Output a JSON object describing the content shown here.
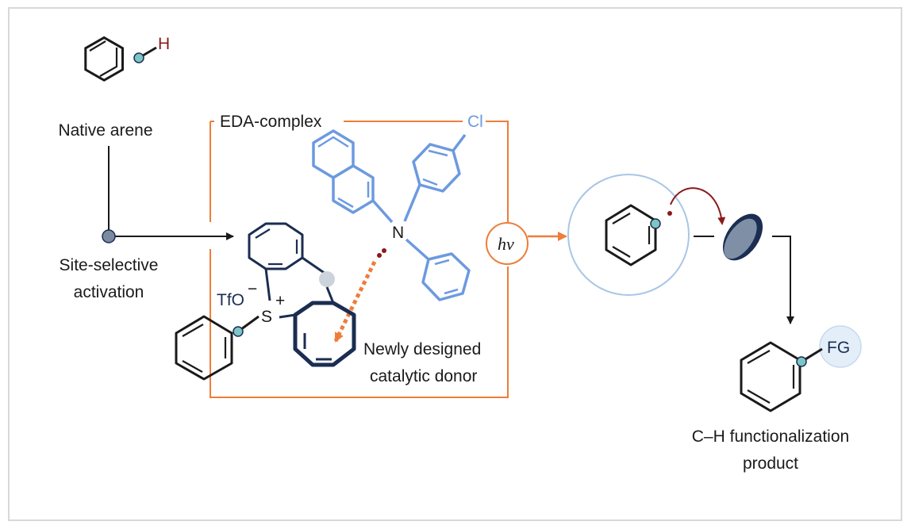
{
  "labels": {
    "native_arene": "Native arene",
    "hydrogen": "H",
    "site_selective_line1": "Site-selective",
    "site_selective_line2": "activation",
    "eda_complex": "EDA-complex",
    "chloro": "Cl",
    "nitrogen": "N",
    "triflate": "TfO",
    "triflate_charge": "−",
    "sulfur": "S",
    "sulfur_charge": "+",
    "donor_line1": "Newly designed",
    "donor_line2": "catalytic donor",
    "light_h": "h",
    "light_nu": "ν",
    "functional_group": "FG",
    "product_line1": "C–H functionalization",
    "product_line2": "product"
  },
  "colors": {
    "orange": "#ee7d3a",
    "light_blue": "#6c9ae0",
    "dark_navy": "#1b2d52",
    "dark_red": "#8b1a1a",
    "teal": "#7cc6c4",
    "circle_blue": "#a9c6e6",
    "fg_fill": "#e3eef9",
    "node_gray": "#7a8aa1",
    "ellipse_fill": "#7f8fa6"
  }
}
